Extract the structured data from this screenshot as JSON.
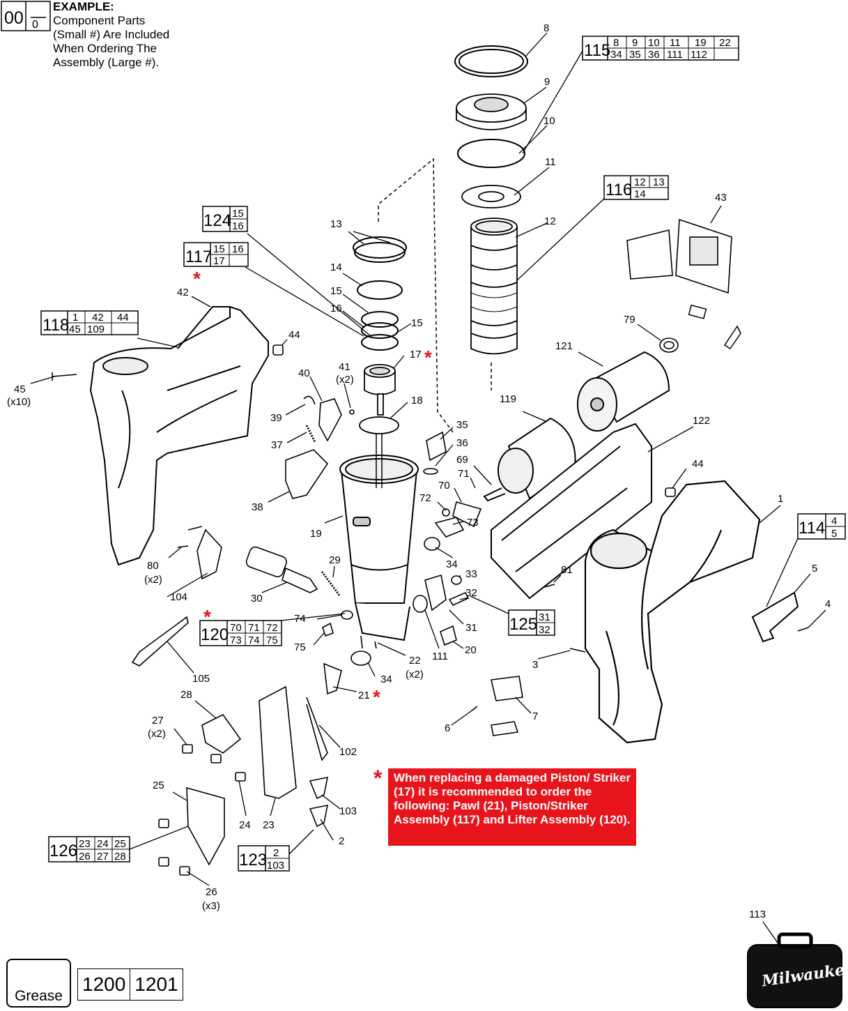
{
  "example": {
    "big": "00",
    "small": "0",
    "title": "EXAMPLE:",
    "lines": [
      "Component Parts",
      "(Small #) Are Included",
      "When Ordering The",
      "Assembly (Large #)."
    ]
  },
  "note": {
    "star": "*",
    "text": "When replacing a damaged Piston/ Striker (17) it is recommended to order the following: Pawl (21), Piston/Striker Assembly (117) and Lifter Assembly (120)."
  },
  "grease": {
    "label": "Grease",
    "parts": [
      "1200",
      "1201"
    ]
  },
  "brand": "Milwaukee",
  "colors": {
    "accent": "#e8141c",
    "line": "#000000"
  },
  "assemblies": [
    {
      "id": "115",
      "rows": [
        [
          "8",
          "9",
          "10",
          "11",
          "19",
          "22"
        ],
        [
          "34",
          "35",
          "36",
          "111",
          "112",
          ""
        ]
      ]
    },
    {
      "id": "116",
      "rows": [
        [
          "12",
          "13"
        ],
        [
          "14",
          ""
        ]
      ]
    },
    {
      "id": "124",
      "rows": [
        [
          "15"
        ],
        [
          "16"
        ]
      ]
    },
    {
      "id": "117",
      "rows": [
        [
          "15",
          "16"
        ],
        [
          "17",
          ""
        ]
      ]
    },
    {
      "id": "118",
      "rows": [
        [
          "1",
          "42",
          "44"
        ],
        [
          "45",
          "109",
          ""
        ]
      ]
    },
    {
      "id": "114",
      "rows": [
        [
          "4"
        ],
        [
          "5"
        ]
      ]
    },
    {
      "id": "125",
      "rows": [
        [
          "31"
        ],
        [
          "32"
        ]
      ]
    },
    {
      "id": "120",
      "rows": [
        [
          "70",
          "71",
          "72"
        ],
        [
          "73",
          "74",
          "75"
        ]
      ]
    },
    {
      "id": "126",
      "rows": [
        [
          "23",
          "24",
          "25"
        ],
        [
          "26",
          "27",
          "28"
        ]
      ]
    },
    {
      "id": "123",
      "rows": [
        [
          "2"
        ],
        [
          "103"
        ]
      ]
    }
  ],
  "labels": [
    {
      "t": "8"
    },
    {
      "t": "9"
    },
    {
      "t": "10"
    },
    {
      "t": "11"
    },
    {
      "t": "12"
    },
    {
      "t": "13"
    },
    {
      "t": "14"
    },
    {
      "t": "15"
    },
    {
      "t": "16"
    },
    {
      "t": "15"
    },
    {
      "t": "17"
    },
    {
      "t": "41"
    },
    {
      "t": "(x2)"
    },
    {
      "t": "18"
    },
    {
      "t": "43"
    },
    {
      "t": "79"
    },
    {
      "t": "121"
    },
    {
      "t": "119"
    },
    {
      "t": "122"
    },
    {
      "t": "42"
    },
    {
      "t": "44"
    },
    {
      "t": "45"
    },
    {
      "t": "(x10)"
    },
    {
      "t": "40"
    },
    {
      "t": "39"
    },
    {
      "t": "37"
    },
    {
      "t": "38"
    },
    {
      "t": "35"
    },
    {
      "t": "36"
    },
    {
      "t": "69"
    },
    {
      "t": "71"
    },
    {
      "t": "70"
    },
    {
      "t": "72"
    },
    {
      "t": "73"
    },
    {
      "t": "34"
    },
    {
      "t": "33"
    },
    {
      "t": "32"
    },
    {
      "t": "31"
    },
    {
      "t": "20"
    },
    {
      "t": "111"
    },
    {
      "t": "44"
    },
    {
      "t": "1"
    },
    {
      "t": "5"
    },
    {
      "t": "4"
    },
    {
      "t": "81"
    },
    {
      "t": "19"
    },
    {
      "t": "29"
    },
    {
      "t": "30"
    },
    {
      "t": "104"
    },
    {
      "t": "80"
    },
    {
      "t": "(x2)"
    },
    {
      "t": "74"
    },
    {
      "t": "75"
    },
    {
      "t": "22"
    },
    {
      "t": "(x2)"
    },
    {
      "t": "34"
    },
    {
      "t": "21"
    },
    {
      "t": "105"
    },
    {
      "t": "28"
    },
    {
      "t": "27"
    },
    {
      "t": "(x2)"
    },
    {
      "t": "102"
    },
    {
      "t": "103"
    },
    {
      "t": "24"
    },
    {
      "t": "23"
    },
    {
      "t": "25"
    },
    {
      "t": "2"
    },
    {
      "t": "26"
    },
    {
      "t": "(x3)"
    },
    {
      "t": "3"
    },
    {
      "t": "7"
    },
    {
      "t": "6"
    },
    {
      "t": "113"
    }
  ]
}
